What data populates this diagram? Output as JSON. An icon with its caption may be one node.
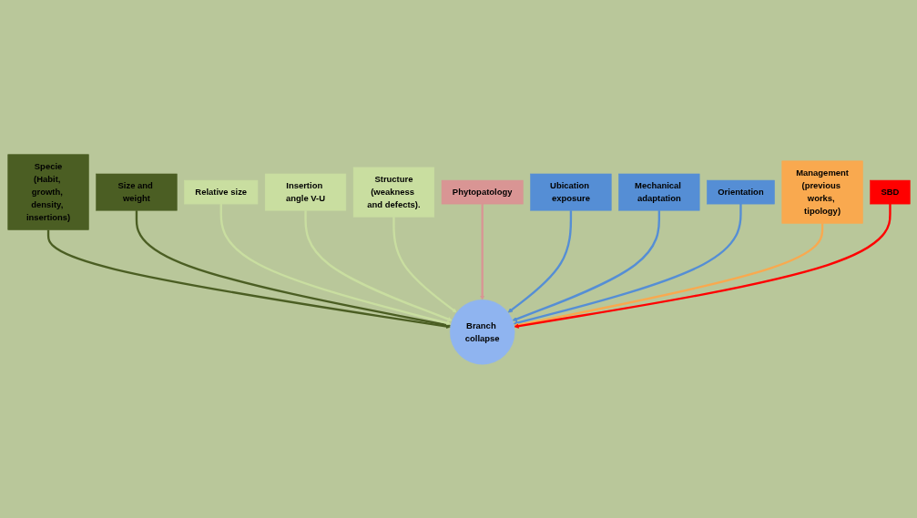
{
  "diagram": {
    "nodes": [
      {
        "text": [
          "Specie",
          "(Habit, growth, density, insertions)"
        ]
      },
      {
        "text": [
          "Size and weight"
        ]
      },
      {
        "text": [
          "Relative size"
        ]
      },
      {
        "text": [
          "Insertion angle V-U"
        ]
      },
      {
        "text": [
          "Structure",
          "(weakness and defects)."
        ]
      },
      {
        "text": [
          "Phytopatology"
        ]
      },
      {
        "text": [
          "Ubication exposure"
        ]
      },
      {
        "text": [
          "Mechanical adaptation"
        ]
      },
      {
        "text": [
          "Orientation"
        ]
      },
      {
        "text": [
          "Management",
          "(previous works, tipology)"
        ]
      },
      {
        "text": [
          "SBD"
        ]
      },
      {
        "text": [
          "Branch collapse"
        ]
      }
    ],
    "edges": [
      {
        "from": 0,
        "to": 11,
        "arrow": "to",
        "color": "#4b5e23"
      },
      {
        "from": 1,
        "to": 11,
        "arrow": "to",
        "color": "#4b5e23"
      },
      {
        "from": 2,
        "to": 11,
        "arrow": "to",
        "color": "#c9dea0"
      },
      {
        "from": 3,
        "to": 11,
        "arrow": "to",
        "color": "#c9dea0"
      },
      {
        "from": 4,
        "to": 11,
        "arrow": "to",
        "color": "#c9dea0"
      },
      {
        "from": 5,
        "to": 11,
        "arrow": "to",
        "color": "#d99594"
      },
      {
        "from": 6,
        "to": 11,
        "arrow": "to",
        "color": "#558ed5"
      },
      {
        "from": 7,
        "to": 11,
        "arrow": "to",
        "color": "#558ed5"
      },
      {
        "from": 8,
        "to": 11,
        "arrow": "to",
        "color": "#558ed5"
      },
      {
        "from": 9,
        "to": 11,
        "arrow": "to",
        "color": "#f9a94f"
      },
      {
        "from": 10,
        "to": 11,
        "arrow": "to",
        "color": "#ff0000"
      }
    ]
  }
}
